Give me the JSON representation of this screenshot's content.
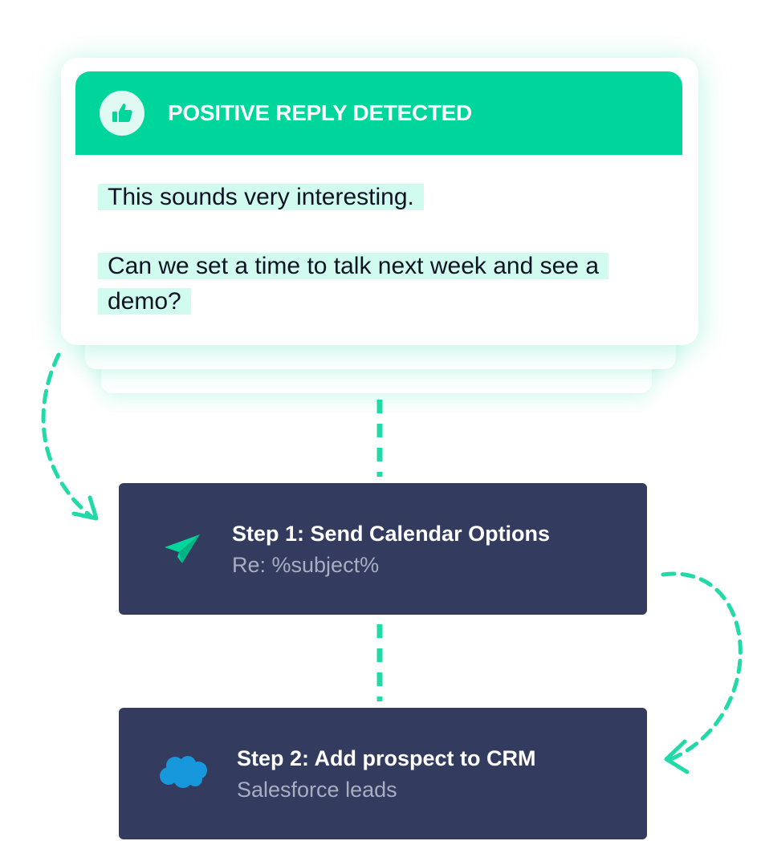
{
  "reply_card": {
    "title": "POSITIVE REPLY DETECTED",
    "icon": "thumbs-up-icon",
    "messages": [
      "This sounds very interesting.",
      "Can we set a time to talk next week and see a demo?"
    ]
  },
  "steps": [
    {
      "title": "Step 1: Send Calendar Options",
      "subtitle": "Re: %subject%",
      "icon": "paper-plane-icon"
    },
    {
      "title": "Step 2: Add prospect to CRM",
      "subtitle": "Salesforce leads",
      "icon": "salesforce-cloud-icon"
    }
  ],
  "colors": {
    "accent": "#00d69c",
    "step_background": "#333b5e",
    "highlight": "#d2fbef",
    "salesforce": "#1798dc"
  }
}
